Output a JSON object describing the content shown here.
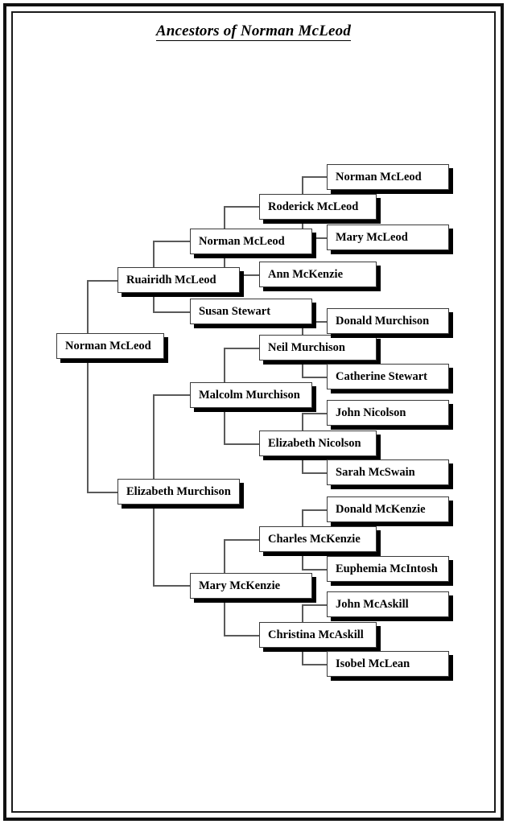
{
  "document": {
    "title": "Ancestors of Norman McLeod",
    "type": "ancestor-chart",
    "background_color": "#ffffff",
    "box_border_color": "#3a3a3a",
    "box_shadow_color": "#000000",
    "connector_color": "#5a5a5a",
    "frame_color": "#111111"
  },
  "persons": {
    "root": {
      "name": "Norman McLeod"
    },
    "gen2": [
      {
        "name": "Ruairidh McLeod"
      },
      {
        "name": "Elizabeth Murchison"
      }
    ],
    "gen3": [
      {
        "name": "Norman McLeod"
      },
      {
        "name": "Susan Stewart"
      },
      {
        "name": "Malcolm Murchison"
      },
      {
        "name": "Mary McKenzie"
      }
    ],
    "gen4": [
      {
        "name": "Roderick McLeod"
      },
      {
        "name": "Ann McKenzie"
      },
      {
        "name": "Neil Murchison"
      },
      {
        "name": "Elizabeth Nicolson"
      },
      {
        "name": "Charles McKenzie"
      },
      {
        "name": "Christina McAskill"
      }
    ],
    "gen5": [
      {
        "name": "Norman McLeod"
      },
      {
        "name": "Mary McLeod"
      },
      {
        "name": "Donald Murchison"
      },
      {
        "name": "Catherine Stewart"
      },
      {
        "name": "John Nicolson"
      },
      {
        "name": "Sarah McSwain"
      },
      {
        "name": "Donald McKenzie"
      },
      {
        "name": "Euphemia McIntosh"
      },
      {
        "name": "John McAskill"
      },
      {
        "name": "Isobel McLean"
      }
    ]
  }
}
